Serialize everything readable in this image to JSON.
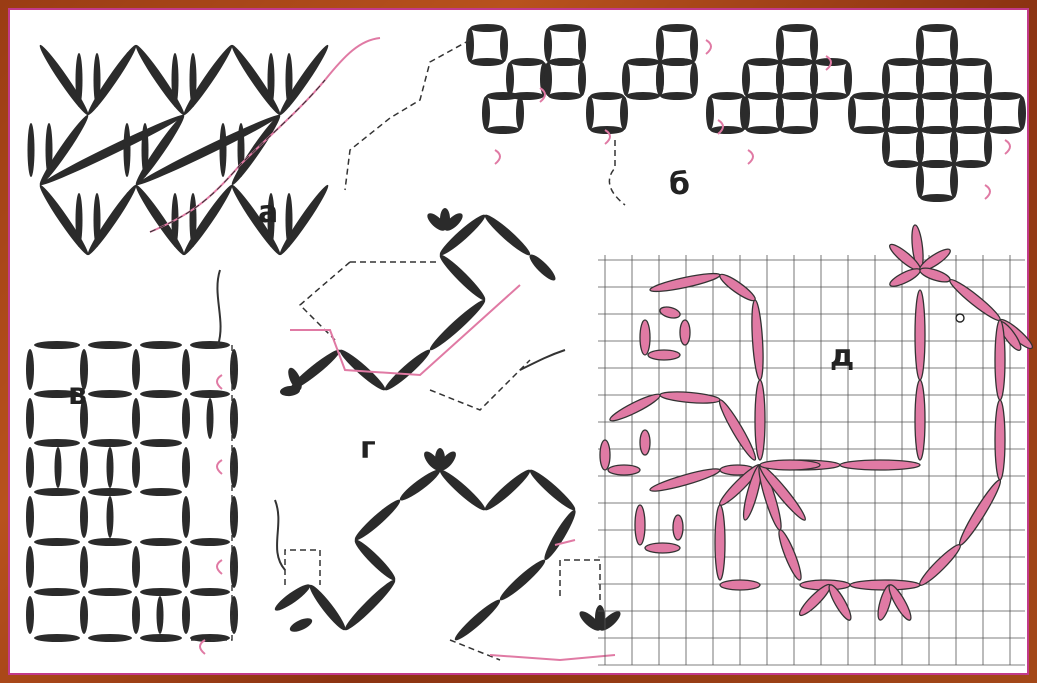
{
  "labels": {
    "a": "а",
    "b": "б",
    "v": "в",
    "g": "г",
    "d": "д"
  },
  "colors": {
    "frame": "#9a3c14",
    "border": "#c23a8a",
    "stitch_dark": "#2b2b2b",
    "stitch_pink": "#e07aa4",
    "grid": "#555555"
  },
  "icons": [
    "stitch-pattern-a",
    "stitch-pattern-b",
    "stitch-pattern-v",
    "stitch-pattern-g",
    "rooster-pattern-d"
  ]
}
